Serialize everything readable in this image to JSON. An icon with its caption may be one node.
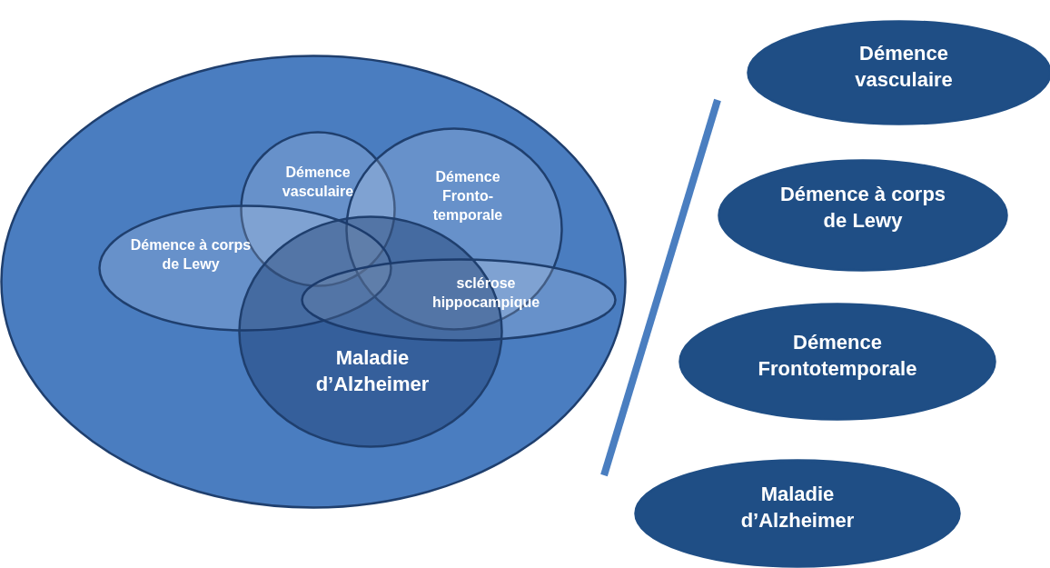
{
  "diagram": {
    "nodes": [
      {
        "text": [],
        "shape": "circle"
      },
      {
        "text": [
          "Démence vasculaire"
        ],
        "in": 0
      },
      {
        "text": [
          "Démence Fronto-temporale"
        ],
        "in": 0
      },
      {
        "text": [
          "Démence à corps de Lewy"
        ],
        "in": 0
      },
      {
        "text": [
          "sclérose hippocampique"
        ],
        "in": 0
      },
      {
        "text": [
          "Maladie d’Alzheimer"
        ],
        "in": 0
      },
      {
        "text": [
          "Démence vasculaire"
        ]
      },
      {
        "text": [
          "Démence à corps de Lewy"
        ]
      },
      {
        "text": [
          "Démence Frontotemporale"
        ]
      },
      {
        "text": [
          "Maladie d’Alzheimer"
        ]
      }
    ]
  }
}
